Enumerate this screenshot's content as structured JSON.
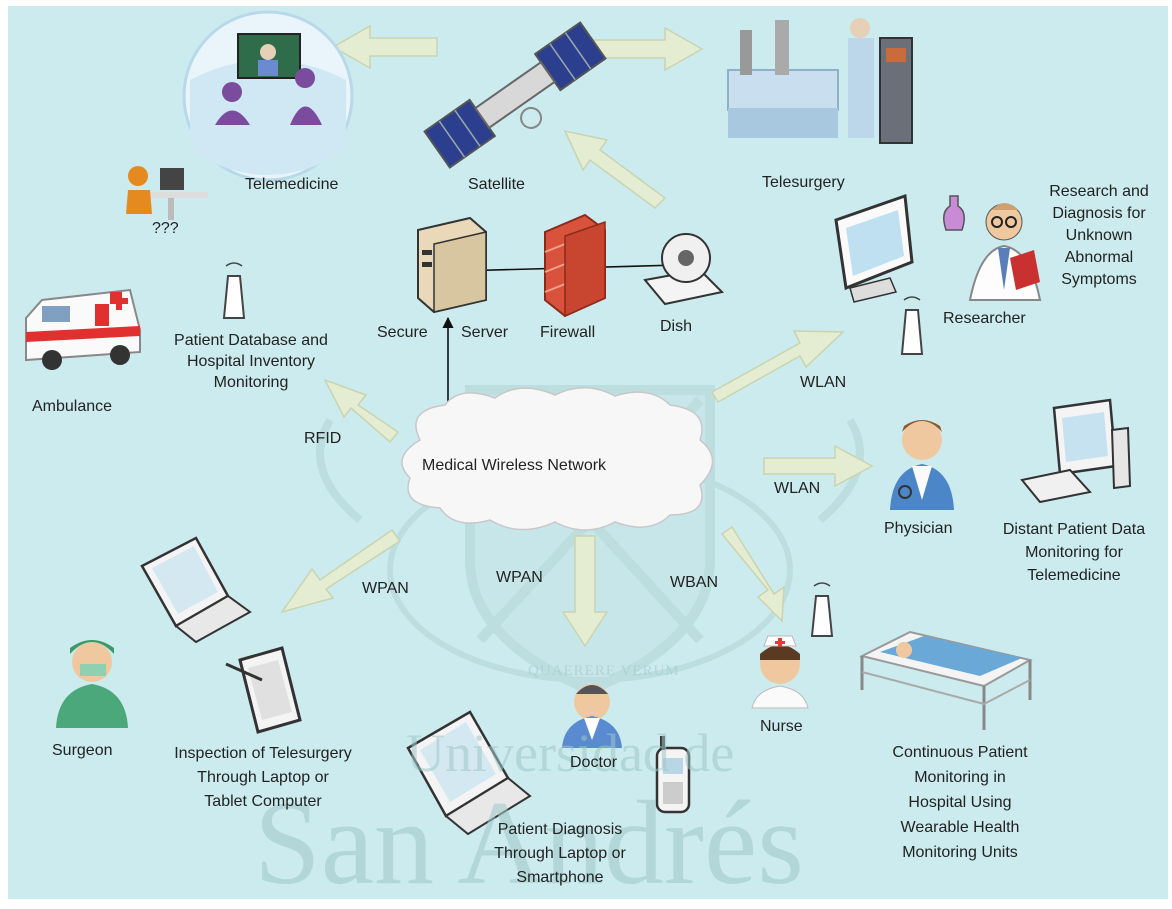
{
  "colors": {
    "background": "#ccebee",
    "arrow_fill": "#e4ecd2",
    "arrow_stroke": "#c9d4b0",
    "cloud": "#f7f7f7",
    "watermark": "#9fc8c8",
    "firewall": "#d9533c",
    "nurse_cross": "#e23b3b"
  },
  "icons": [
    "satellite-icon",
    "telemedicine-icon",
    "telesurgery-icon",
    "user-pc-icon",
    "ambulance-icon",
    "antenna-icon",
    "server-icon",
    "firewall-icon",
    "dish-icon",
    "monitor-icon",
    "researcher-icon",
    "physician-icon",
    "desktop-icon",
    "laptop-icon",
    "tablet-icon",
    "surgeon-icon",
    "doctor-icon",
    "phone-icon",
    "nurse-icon",
    "hospital-bed-icon"
  ],
  "labels": {
    "telemedicine": "Telemedicine",
    "satellite": "Satellite",
    "telesurgery": "Telesurgery",
    "unknown": "???",
    "research": [
      "Research and",
      "Diagnosis for",
      "Unknown",
      "Abnormal",
      "Symptoms"
    ],
    "researcher": "Researcher",
    "secure": "Secure",
    "server": "Server",
    "firewall": "Firewall",
    "dish": "Dish",
    "patient_db": [
      "Patient Database and",
      "Hospital Inventory",
      "Monitoring"
    ],
    "ambulance": "Ambulance",
    "rfid": "RFID",
    "network": "Medical Wireless Network",
    "wlan_top": "WLAN",
    "wlan_mid": "WLAN",
    "physician": "Physician",
    "distant": [
      "Distant Patient Data",
      "Monitoring for",
      "Telemedicine"
    ],
    "wpan_left": "WPAN",
    "wpan_mid": "WPAN",
    "wban": "WBAN",
    "surgeon": "Surgeon",
    "inspection": [
      "Inspection of Telesurgery",
      "Through Laptop or",
      "Tablet Computer"
    ],
    "doctor": "Doctor",
    "diagnosis": [
      "Patient Diagnosis",
      "Through Laptop or",
      "Smartphone"
    ],
    "nurse": "Nurse",
    "continuous": [
      "Continuous Patient",
      "Monitoring in",
      "Hospital Using",
      "Wearable Health",
      "Monitoring Units"
    ]
  },
  "watermark": {
    "motto": "QUAERERE VERUM",
    "line1": "Universidad de",
    "line2": "San Andrés"
  }
}
